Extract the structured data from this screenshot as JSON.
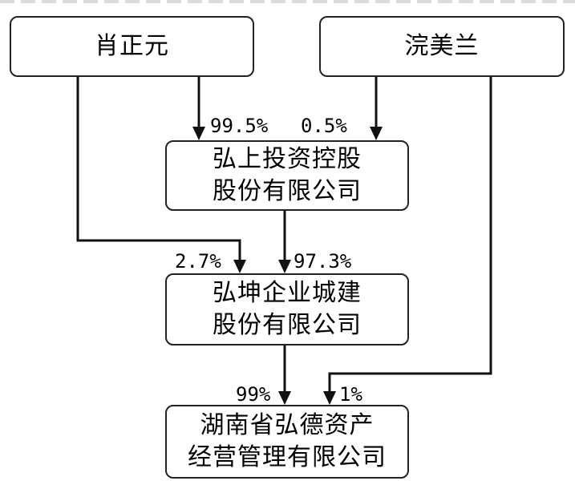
{
  "nodes": {
    "xiao": {
      "label": "肖正元"
    },
    "huan": {
      "label": "浣美兰"
    },
    "hongshang": {
      "line1": "弘上投资控股",
      "line2": "股份有限公司"
    },
    "hongkun": {
      "line1": "弘坤企业城建",
      "line2": "股份有限公司"
    },
    "hongde": {
      "line1": "湖南省弘德资产",
      "line2": "经营管理有限公司"
    }
  },
  "edges": {
    "xiao_to_hongshang": "99.5%",
    "huan_to_hongshang": "0.5%",
    "xiao_to_hongkun": "2.7%",
    "hongshang_to_hongkun": "97.3%",
    "hongkun_to_hongde": "99%",
    "huan_to_hongde": "1%"
  }
}
